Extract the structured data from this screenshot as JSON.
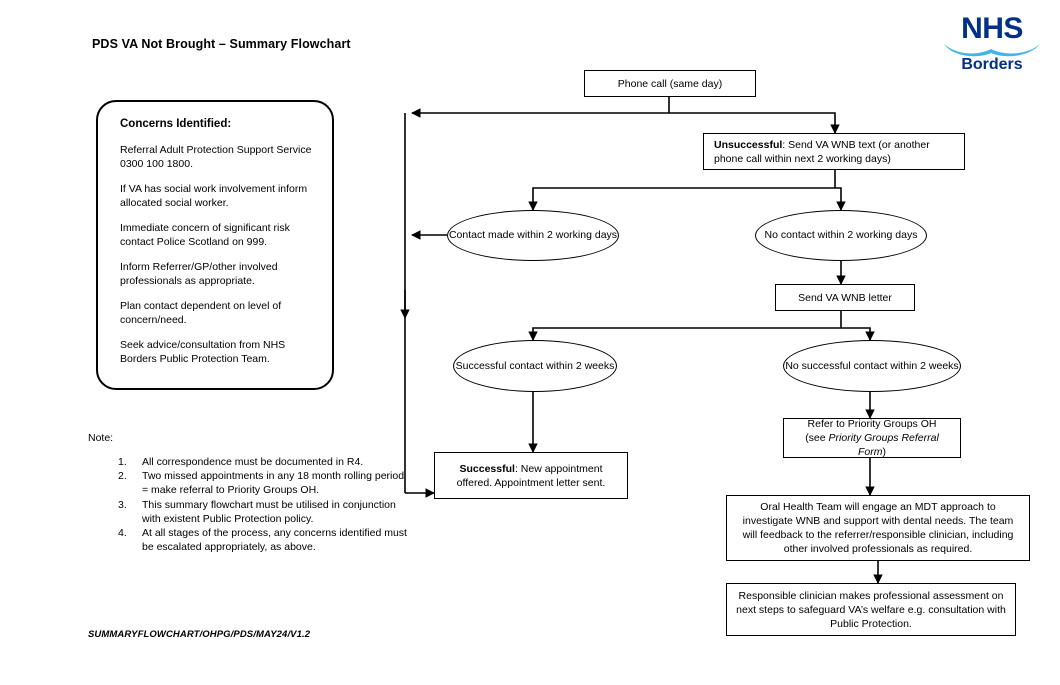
{
  "document": {
    "title": "PDS VA Not Brought – Summary Flowchart",
    "footer_reference": "SUMMARYFLOWCHART/OHPG/PDS/MAY24/V1.2"
  },
  "logo": {
    "name": "NHS",
    "division": "Borders",
    "brand_color": "#003087",
    "wave_color": "#41B6E6"
  },
  "concerns_panel": {
    "heading": "Concerns Identified:",
    "items": [
      "Referral Adult Protection Support Service 0300 100 1800.",
      "If VA has social work involvement inform allocated social worker.",
      "Immediate concern of significant risk contact Police Scotland on 999.",
      "Inform Referrer/GP/other involved professionals as appropriate.",
      "Plan contact dependent on level of concern/need.",
      "Seek advice/consultation from NHS Borders Public Protection Team."
    ]
  },
  "notes": {
    "label": "Note:",
    "items": [
      {
        "num": "1.",
        "text": "All correspondence must be documented in R4."
      },
      {
        "num": "2.",
        "text": "Two missed appointments in any 18 month rolling period = make referral to Priority Groups OH."
      },
      {
        "num": "3.",
        "text": "This summary flowchart must be utilised in conjunction with existent Public Protection policy."
      },
      {
        "num": "4.",
        "text": "At all stages of the process, any concerns identified must be escalated appropriately, as above."
      }
    ]
  },
  "flowchart": {
    "nodes": {
      "phone_call": "Phone call (same day)",
      "unsuccessful_lead": "Unsuccessful",
      "unsuccessful_rest": ": Send VA WNB text (or another phone call within next 2 working days)",
      "contact_made": "Contact made within 2 working days",
      "no_contact": "No contact within 2 working days",
      "send_letter": "Send VA WNB letter",
      "successful_contact": "Successful contact within 2 weeks",
      "no_successful_contact": "No successful contact within 2 weeks",
      "refer_priority_line1": "Refer to Priority Groups OH",
      "refer_priority_pre": "(see ",
      "refer_priority_italic": "Priority Groups Referral Form",
      "refer_priority_post": ")",
      "successful_lead": "Successful",
      "successful_rest": ": New appointment offered. Appointment letter sent.",
      "oral_health_team": "Oral Health Team will engage an MDT approach to investigate WNB and support with dental needs. The team will feedback to the referrer/responsible clinician, including other involved professionals as required.",
      "responsible_clinician": "Responsible clinician makes professional assessment on next steps to safeguard VA’s welfare e.g. consultation with Public Protection."
    }
  }
}
